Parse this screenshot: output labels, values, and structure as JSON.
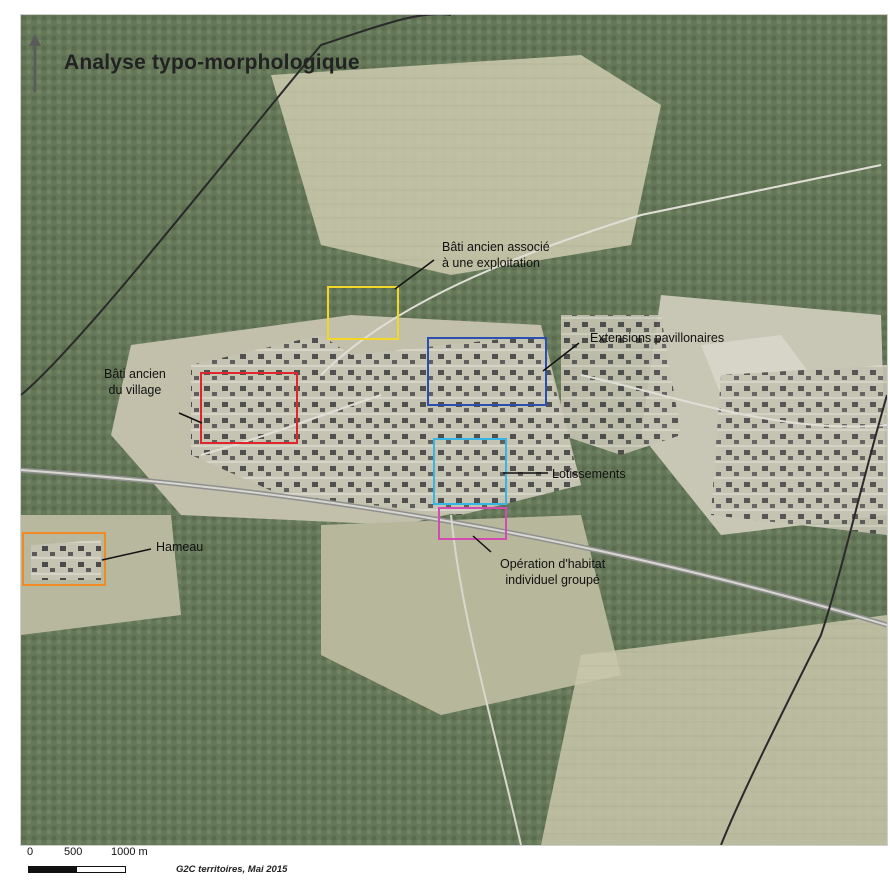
{
  "map": {
    "title": "Analyse typo-morphologique",
    "north_arrow_icon": "north-arrow-icon",
    "zones": [
      {
        "id": "bati-village",
        "label": "Bâti ancien du village",
        "label_lines": [
          "Bâti ancien",
          "du village"
        ],
        "color": "#e0262b"
      },
      {
        "id": "bati-exploitation",
        "label": "Bâti ancien associé à une exploitation",
        "label_lines": [
          "Bâti  ancien associé",
          "à une exploitation"
        ],
        "color": "#f2d729"
      },
      {
        "id": "extensions",
        "label": "Extensions pavillonaires",
        "label_lines": [
          "Extensions pavillonaires"
        ],
        "color": "#2b4fae"
      },
      {
        "id": "lotissements",
        "label": "Lotissements",
        "label_lines": [
          "Lotissements"
        ],
        "color": "#37b6e6"
      },
      {
        "id": "operation",
        "label": "Opération d'habitat individuel groupé",
        "label_lines": [
          "Opération d'habitat",
          "individuel groupé"
        ],
        "color": "#d24bb0"
      },
      {
        "id": "hameau",
        "label": "Hameau",
        "label_lines": [
          "Hameau"
        ],
        "color": "#f08a24"
      }
    ]
  },
  "scale": {
    "ticks": [
      "0",
      "500",
      "1000  m"
    ]
  },
  "credit": "G2C territoires, Mai 2015"
}
